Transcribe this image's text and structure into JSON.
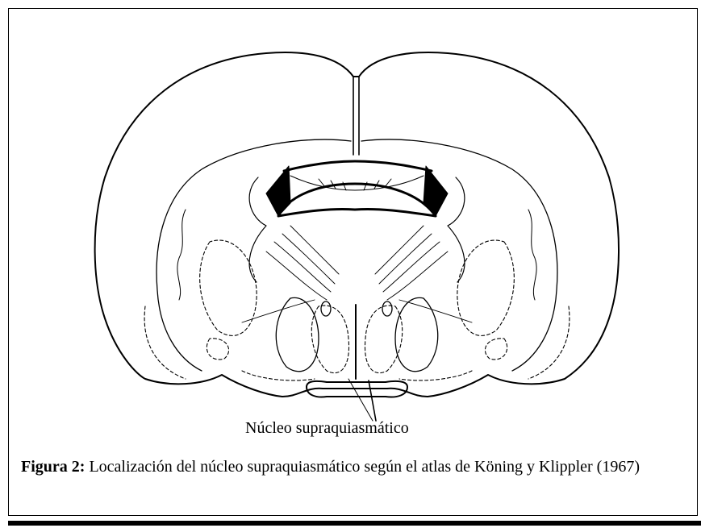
{
  "label": {
    "text": "Núcleo supraquiasmático"
  },
  "caption": {
    "figure_label": "Figura 2:",
    "text": "Localización del núcleo supraquiasmático según el atlas de Köning y Klippler (1967)"
  }
}
